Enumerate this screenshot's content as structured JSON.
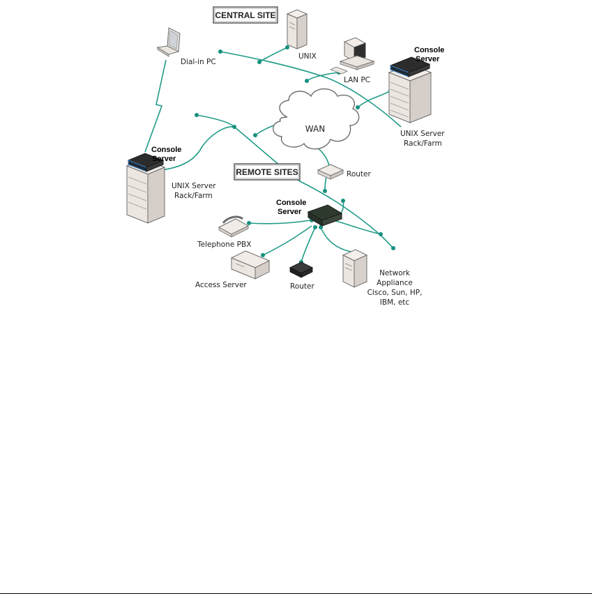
{
  "section_labels": {
    "central_site": "CENTRAL SITE",
    "remote_sites": "REMOTE SITES"
  },
  "cloud_label": "WAN",
  "devices": {
    "unix": "UNIX",
    "dialin_pc": "Dial-in PC",
    "lan_pc": "LAN PC",
    "console_server_top_line1": "Console",
    "console_server_top_line2": "Server",
    "unix_server_farm_top_line1": "UNIX Server",
    "unix_server_farm_top_line2": "Rack/Farm",
    "console_server_left_line1": "Console",
    "console_server_left_line2": "Server",
    "unix_server_farm_left_line1": "UNIX Server",
    "unix_server_farm_left_line2": "Rack/Farm",
    "router_wan": "Router",
    "console_server_remote_line1": "Console",
    "console_server_remote_line2": "Server",
    "telephone_pbx": "Telephone PBX",
    "access_server": "Access Server",
    "router_remote": "Router",
    "network_appliance_line1": "Network",
    "network_appliance_line2": "Appliance",
    "network_appliance_line3": "Cisco, Sun, HP,",
    "network_appliance_line4": "IBM, etc"
  },
  "colors": {
    "link": "#1f9a87",
    "node": "#16907e",
    "device_light": "#ece6e1",
    "device_dark": "#2c2c2c"
  }
}
